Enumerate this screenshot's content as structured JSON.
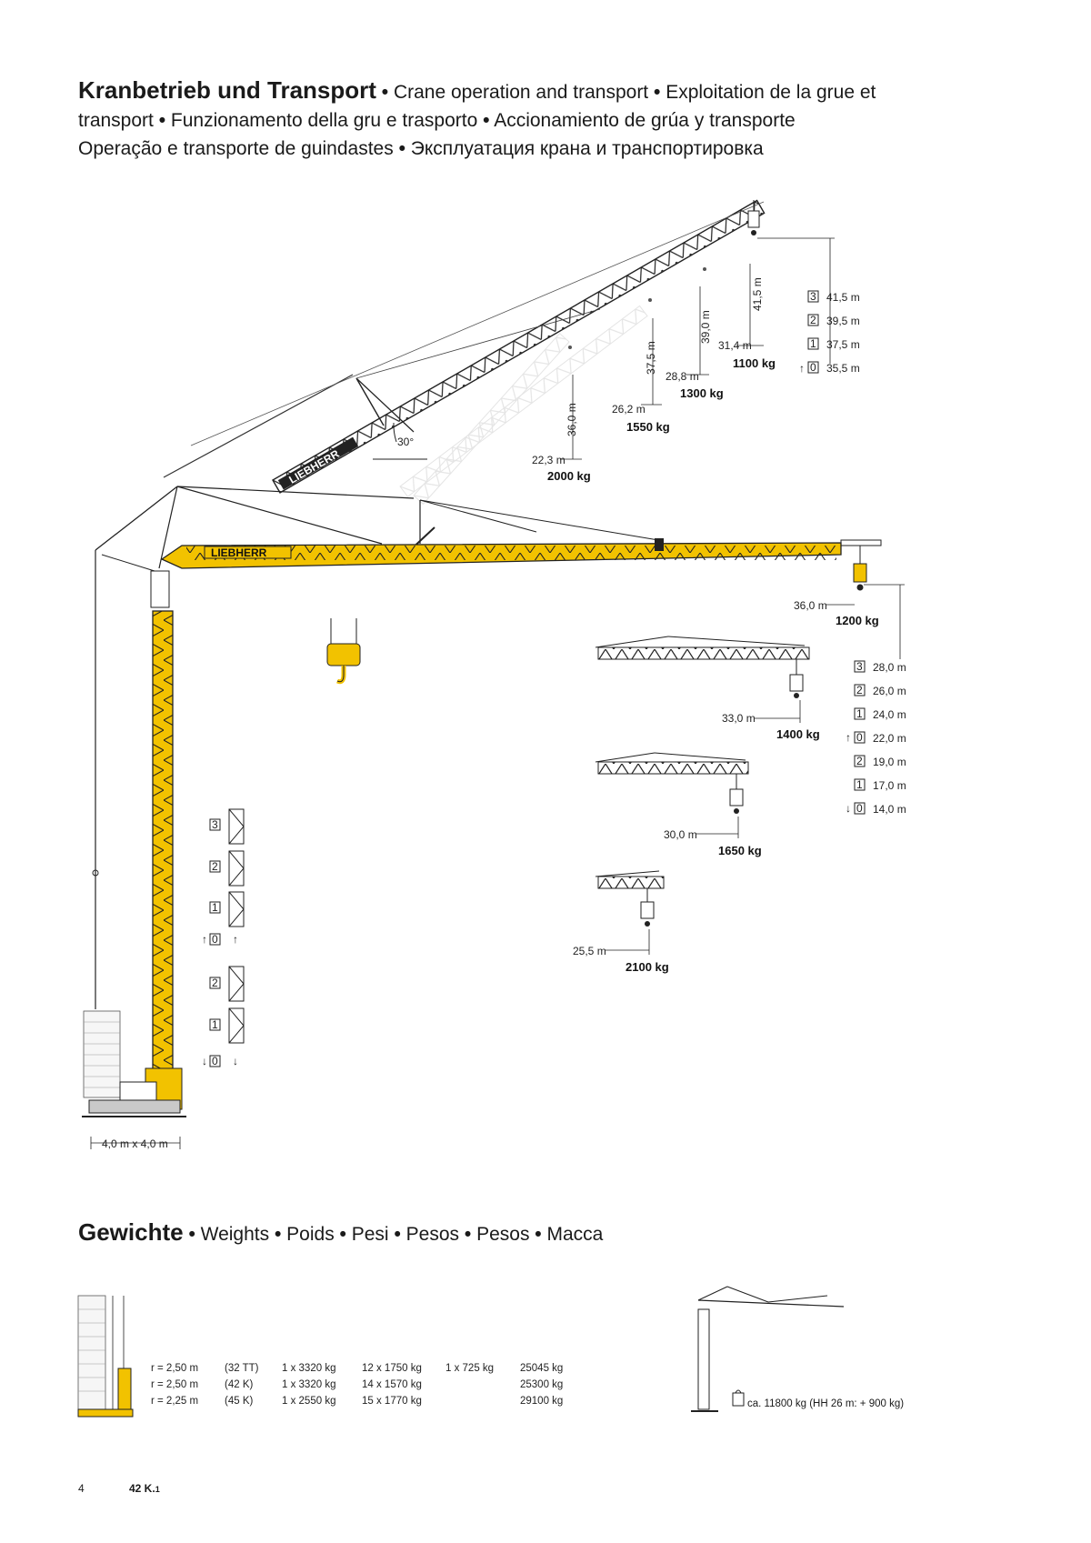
{
  "heading": {
    "main": "Kranbetrieb und Transport",
    "langs": [
      "Crane operation and transport",
      "Exploitation de la grue et transport",
      "Funzionamento della gru e trasporto",
      "Accionamiento de grúa y transporte",
      "Operação e transporte de guindastes",
      "Эксплуатация крана и транспортировка"
    ],
    "sep": "•"
  },
  "luffed": {
    "angle": "30°",
    "brand": "LIEBHERR",
    "positions": [
      {
        "hook_height": "36,0 m",
        "radius": "22,3 m",
        "load": "2000 kg"
      },
      {
        "hook_height": "37,5 m",
        "radius": "26,2 m",
        "load": "1550 kg"
      },
      {
        "hook_height": "39,0 m",
        "radius": "28,8 m",
        "load": "1300 kg"
      },
      {
        "hook_height": "41,5 m",
        "radius": "31,4 m",
        "load": "1100 kg"
      }
    ],
    "heights": [
      {
        "step": "3",
        "value": "41,5 m",
        "arrow": ""
      },
      {
        "step": "2",
        "value": "39,5 m",
        "arrow": ""
      },
      {
        "step": "1",
        "value": "37,5 m",
        "arrow": ""
      },
      {
        "step": "0",
        "value": "35,5 m",
        "arrow": "↑"
      }
    ]
  },
  "horizontal": {
    "brand": "LIEBHERR",
    "configs": [
      {
        "radius": "36,0 m",
        "load": "1200 kg"
      },
      {
        "radius": "33,0 m",
        "load": "1400 kg"
      },
      {
        "radius": "30,0 m",
        "load": "1650 kg"
      },
      {
        "radius": "25,5 m",
        "load": "2100 kg"
      }
    ],
    "heights": [
      {
        "step": "3",
        "value": "28,0 m",
        "arrow": ""
      },
      {
        "step": "2",
        "value": "26,0 m",
        "arrow": ""
      },
      {
        "step": "1",
        "value": "24,0 m",
        "arrow": ""
      },
      {
        "step": "0",
        "value": "22,0 m",
        "arrow": "↑"
      },
      {
        "step": "2",
        "value": "19,0 m",
        "arrow": ""
      },
      {
        "step": "1",
        "value": "17,0 m",
        "arrow": ""
      },
      {
        "step": "0",
        "value": "14,0 m",
        "arrow": "↓"
      }
    ]
  },
  "tower_sections": [
    {
      "step": "3",
      "arrow": ""
    },
    {
      "step": "2",
      "arrow": ""
    },
    {
      "step": "1",
      "arrow": ""
    },
    {
      "step": "0",
      "arrow": "↑"
    },
    {
      "step": "2",
      "arrow": ""
    },
    {
      "step": "1",
      "arrow": ""
    },
    {
      "step": "0",
      "arrow": "↓"
    }
  ],
  "base": "4,0 m x 4,0 m",
  "weights": {
    "main": "Gewichte",
    "langs": [
      "Weights",
      "Poids",
      "Pesi",
      "Pesos",
      "Pesos",
      "Macca"
    ],
    "sep": "•",
    "rows": [
      [
        "r = 2,50 m",
        "(32 TT)",
        "1 x 3320 kg",
        "12 x 1750 kg",
        "1 x 725 kg",
        "25045 kg"
      ],
      [
        "r = 2,50 m",
        "(42 K)",
        "1 x 3320 kg",
        "14 x 1570 kg",
        "",
        "25300 kg"
      ],
      [
        "r = 2,25 m",
        "(45 K)",
        "1 x 2550 kg",
        "15 x 1770 kg",
        "",
        "29100 kg"
      ]
    ],
    "crane_weight": "ca. 11800 kg (HH 26 m: + 900 kg)"
  },
  "footer": {
    "page": "4",
    "model": "42 K.",
    "model_sub": "1"
  },
  "colors": {
    "yellow": "#f2c200",
    "ink": "#1a1a1a",
    "ghost": "#c9c9c9"
  }
}
